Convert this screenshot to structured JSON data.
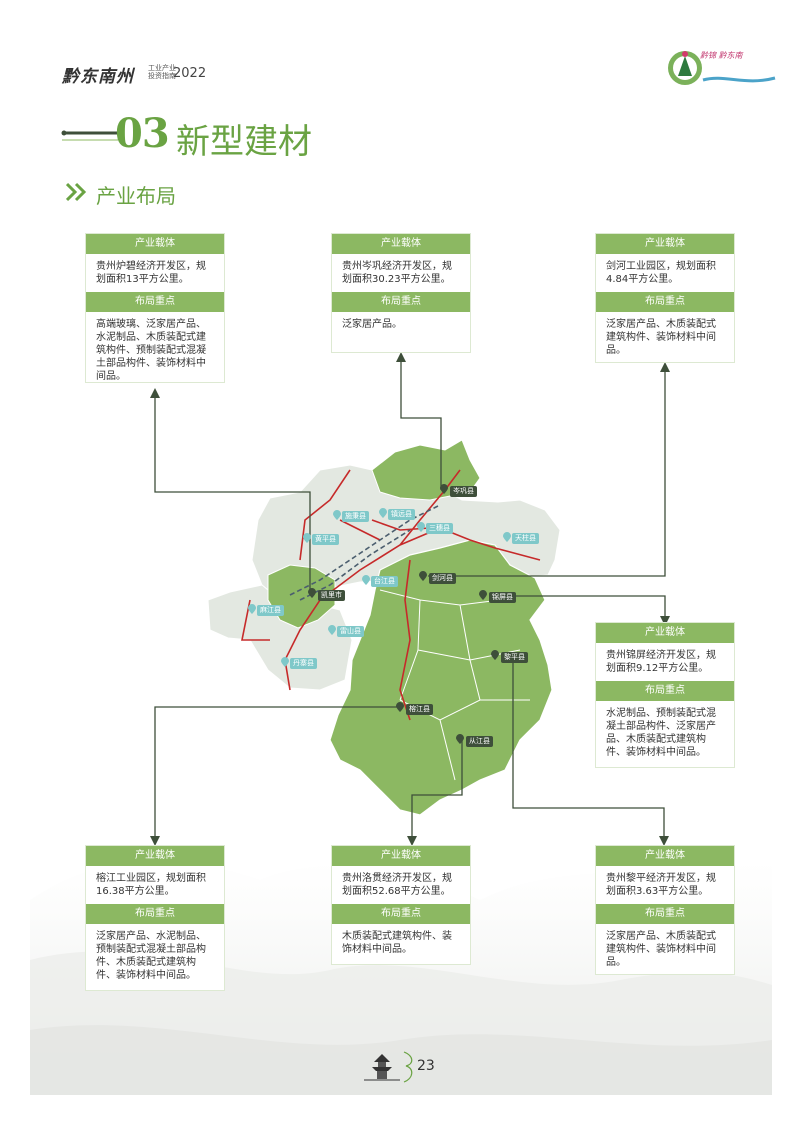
{
  "header": {
    "title": "黔东南州",
    "subtitle_line1": "工业产业",
    "subtitle_line2": "投资指南",
    "year": "2022"
  },
  "logo": {
    "text": "黔锦 黔东南",
    "icon": "leaf-logo-icon"
  },
  "section": {
    "number": "03",
    "title": "新型建材"
  },
  "subheading": "产业布局",
  "cards": [
    {
      "id": "lubi",
      "carrier_label": "产业载体",
      "carrier": "贵州炉碧经济开发区，规划面积13平方公里。",
      "focus_label": "布局重点",
      "focus": "高端玻璃、泛家居产品、水泥制品、木质装配式建筑构件、预制装配式混凝土部品构件、装饰材料中间品。"
    },
    {
      "id": "cengong",
      "carrier_label": "产业载体",
      "carrier": "贵州岑巩经济开发区，规划面积30.23平方公里。",
      "focus_label": "布局重点",
      "focus": "泛家居产品。"
    },
    {
      "id": "jianhe",
      "carrier_label": "产业载体",
      "carrier": "剑河工业园区，规划面积4.84平方公里。",
      "focus_label": "布局重点",
      "focus": "泛家居产品、木质装配式建筑构件、装饰材料中间品。"
    },
    {
      "id": "jinping",
      "carrier_label": "产业载体",
      "carrier": "贵州锦屏经济开发区，规划面积9.12平方公里。",
      "focus_label": "布局重点",
      "focus": "水泥制品、预制装配式混凝土部品构件、泛家居产品、木质装配式建筑构件、装饰材料中间品。"
    },
    {
      "id": "rongjiang",
      "carrier_label": "产业载体",
      "carrier": "榕江工业园区，规划面积16.38平方公里。",
      "focus_label": "布局重点",
      "focus": "泛家居产品、水泥制品、预制装配式混凝土部品构件、木质装配式建筑构件、装饰材料中间品。"
    },
    {
      "id": "congjiang",
      "carrier_label": "产业载体",
      "carrier": "贵州洛贯经济开发区，规划面积52.68平方公里。",
      "focus_label": "布局重点",
      "focus": "木质装配式建筑构件、装饰材料中间品。"
    },
    {
      "id": "liping",
      "carrier_label": "产业载体",
      "carrier": "贵州黎平经济开发区，规划面积3.63平方公里。",
      "focus_label": "布局重点",
      "focus": "泛家居产品、木质装配式建筑构件、装饰材料中间品。"
    }
  ],
  "map": {
    "highlight_color": "#8cb862",
    "base_color": "#e3e8e1",
    "road_color": "#c62a2a",
    "rail_color": "#4b5e6e",
    "dark_labels": [
      "岑巩县",
      "剑河县",
      "锦屏县",
      "黎平县",
      "凯里市",
      "榕江县",
      "从江县"
    ],
    "blue_labels": [
      "施秉县",
      "镇远县",
      "黄平县",
      "三穗县",
      "天柱县",
      "台江县",
      "麻江县",
      "雷山县",
      "丹寨县"
    ]
  },
  "page_number": "23"
}
